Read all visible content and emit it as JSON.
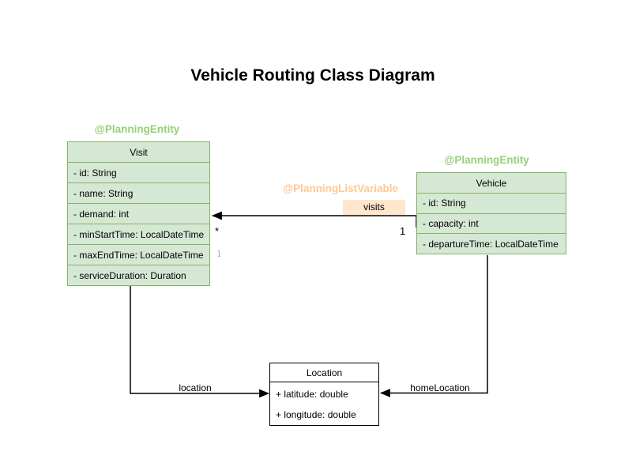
{
  "title": "Vehicle Routing Class Diagram",
  "colors": {
    "class_fill_green": "#d5e8d4",
    "class_stroke_green": "#82b366",
    "annotation_green": "#97d077",
    "annotation_orange": "#ffc893",
    "visits_chip_fill": "#ffe6cc",
    "footnote_purple": "#b39ddb",
    "edge_color": "#000000",
    "background": "#ffffff"
  },
  "classes": {
    "visit": {
      "annotation": "@PlanningEntity",
      "name": "Visit",
      "attributes": [
        "- id: String",
        "- name: String",
        "- demand: int",
        "- minStartTime: LocalDateTime",
        "- maxEndTime: LocalDateTime",
        "- serviceDuration: Duration"
      ]
    },
    "vehicle": {
      "annotation": "@PlanningEntity",
      "name": "Vehicle",
      "attributes": [
        "- id: String",
        "- capacity: int",
        "- departureTime: LocalDateTime"
      ]
    },
    "location": {
      "name": "Location",
      "attributes": [
        "+ latitude: double",
        "+ longitude: double"
      ]
    }
  },
  "edges": {
    "visits": {
      "annotation": "@PlanningListVariable",
      "label": "visits",
      "target_multiplicity": "*",
      "source_multiplicity": "1",
      "footnote": "1"
    },
    "location": {
      "label": "location"
    },
    "homeLocation": {
      "label": "homeLocation"
    }
  }
}
